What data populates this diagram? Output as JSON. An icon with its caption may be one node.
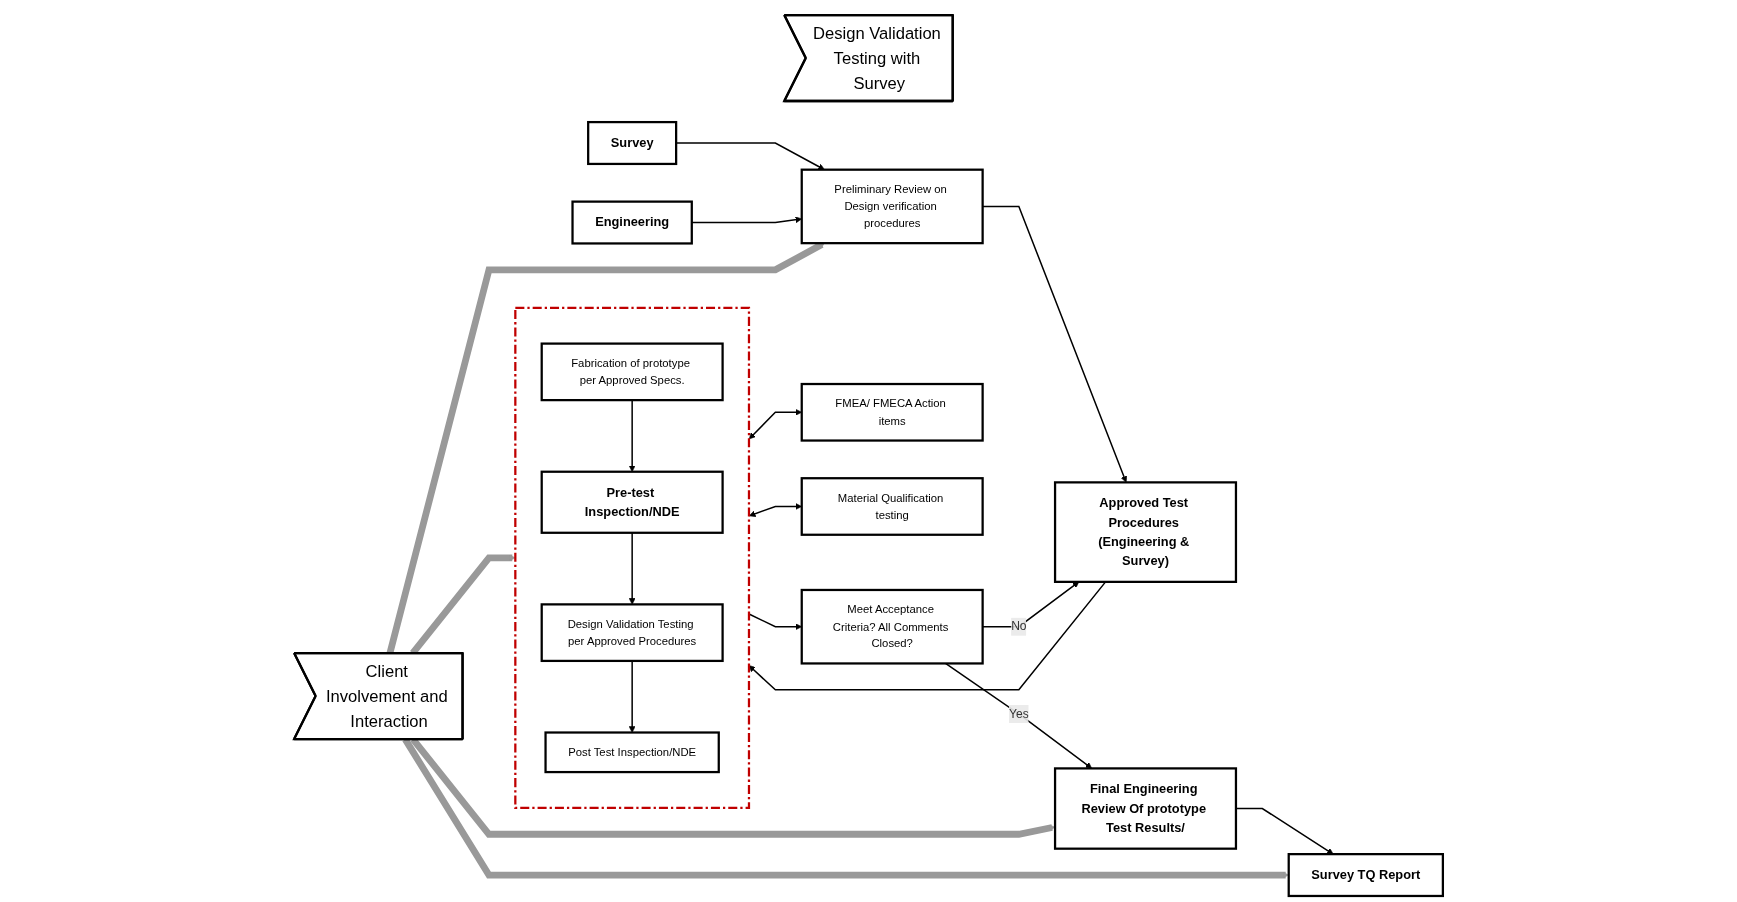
{
  "diagram": {
    "nodes": [
      {
        "text": [
          "Design Validation Testing with Survey"
        ]
      },
      {
        "text": [
          "Survey"
        ]
      },
      {
        "text": [
          "Engineering"
        ]
      },
      {
        "text": [
          "Preliminary Review on Design verification procedures"
        ]
      },
      {
        "text": [
          "Approved Test Procedures (Engineering & Survey)"
        ]
      },
      {
        "text": [
          "FMEA/ FMECA Action items"
        ]
      },
      {
        "text": [
          "Material Qualification testing"
        ]
      },
      {
        "text": [],
        "shape": "box"
      },
      {
        "text": [
          "Fabrication of prototype per Approved Specs."
        ],
        "in": 7
      },
      {
        "text": [
          "Pre-test Inspection/NDE"
        ],
        "in": 7
      },
      {
        "text": [
          "Design Validation Testing per Approved Procedures"
        ],
        "in": 7
      },
      {
        "text": [
          "Post Test Inspection/NDE"
        ],
        "in": 7
      },
      {
        "text": [
          "Meet Acceptance Criteria? All Comments Closed?"
        ]
      },
      {
        "text": [
          "Final Engineering Review Of prototype Test Results/"
        ]
      },
      {
        "text": [
          "Survey TQ Report"
        ]
      },
      {
        "text": [
          "Client Involvement and Interaction"
        ]
      }
    ],
    "edges": [
      {
        "from": 1,
        "to": 3,
        "arrow": "to"
      },
      {
        "from": 2,
        "to": 3,
        "arrow": "to"
      },
      {
        "from": 3,
        "to": 4,
        "arrow": "to"
      },
      {
        "from": 4,
        "to": 7,
        "arrow": "to"
      },
      {
        "from": 5,
        "to": 7,
        "arrow": "both"
      },
      {
        "from": 6,
        "to": 7,
        "arrow": "both"
      },
      {
        "from": 8,
        "to": 9,
        "arrow": "to"
      },
      {
        "from": 9,
        "to": 10,
        "arrow": "to"
      },
      {
        "from": 10,
        "to": 11,
        "arrow": "to"
      },
      {
        "from": 7,
        "to": 12,
        "arrow": "to"
      },
      {
        "from": 12,
        "to": 4,
        "arrow": "to",
        "label": "No"
      },
      {
        "from": 12,
        "to": 13,
        "arrow": "to",
        "label": "Yes"
      },
      {
        "from": 13,
        "to": 14,
        "arrow": "to"
      },
      {
        "from": 15,
        "to": 3,
        "arrow": "to",
        "style": "thick",
        "color": "#999999"
      },
      {
        "from": 15,
        "to": 7,
        "arrow": "to",
        "style": "thick",
        "color": "#999999"
      },
      {
        "from": 15,
        "to": 13,
        "arrow": "to",
        "style": "thick",
        "color": "#999999"
      },
      {
        "from": 15,
        "to": 14,
        "arrow": "to",
        "style": "thick",
        "color": "#999999"
      }
    ]
  }
}
